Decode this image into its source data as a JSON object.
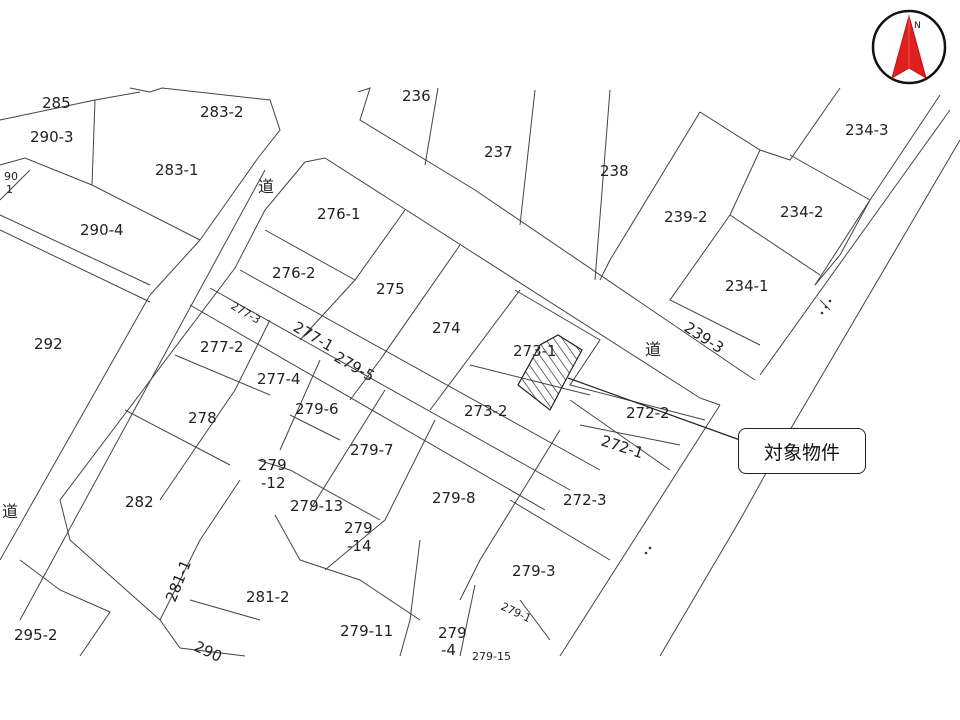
{
  "compass": {
    "north_label": "N",
    "icon": "north-arrow-icon",
    "arrow_color": "#e02020"
  },
  "callout": {
    "label": "対象物件"
  },
  "roads": {
    "top": "道",
    "right": "道",
    "left": "道"
  },
  "plots": {
    "p285": "285",
    "p283_2": "283-2",
    "p290_3": "290-3",
    "p283_1": "283-1",
    "p290_1a": "90",
    "p290_1b": "1",
    "p290_4": "290-4",
    "p292": "292",
    "p236": "236",
    "p237": "237",
    "p238": "238",
    "p234_3": "234-3",
    "p239_2": "239-2",
    "p234_2": "234-2",
    "p234_1": "234-1",
    "p239_3": "239-3",
    "p276_1": "276-1",
    "p276_2": "276-2",
    "p275": "275",
    "p274": "274",
    "p273_1": "273-1",
    "p277_3": "277-3",
    "p277_1": "277-1",
    "p279_5": "279-5",
    "p277_2": "277-2",
    "p277_4": "277-4",
    "p279_6": "279-6",
    "p273_2": "273-2",
    "p272_2": "272-2",
    "p272_1": "272-1",
    "p278": "278",
    "p279_7": "279-7",
    "p279_12a": "279",
    "p279_12b": "-12",
    "p282": "282",
    "p279_13": "279-13",
    "p279_8": "279-8",
    "p272_3": "272-3",
    "p279_14a": "279",
    "p279_14b": "-14",
    "p279_3": "279-3",
    "p281_1": "281-1",
    "p281_2": "281-2",
    "p295_2": "295-2",
    "p279_11": "279-11",
    "p279_4a": "279",
    "p279_4b": "-4",
    "p279_1": "279-1",
    "p279_15": "279-15",
    "p290b": "290"
  }
}
